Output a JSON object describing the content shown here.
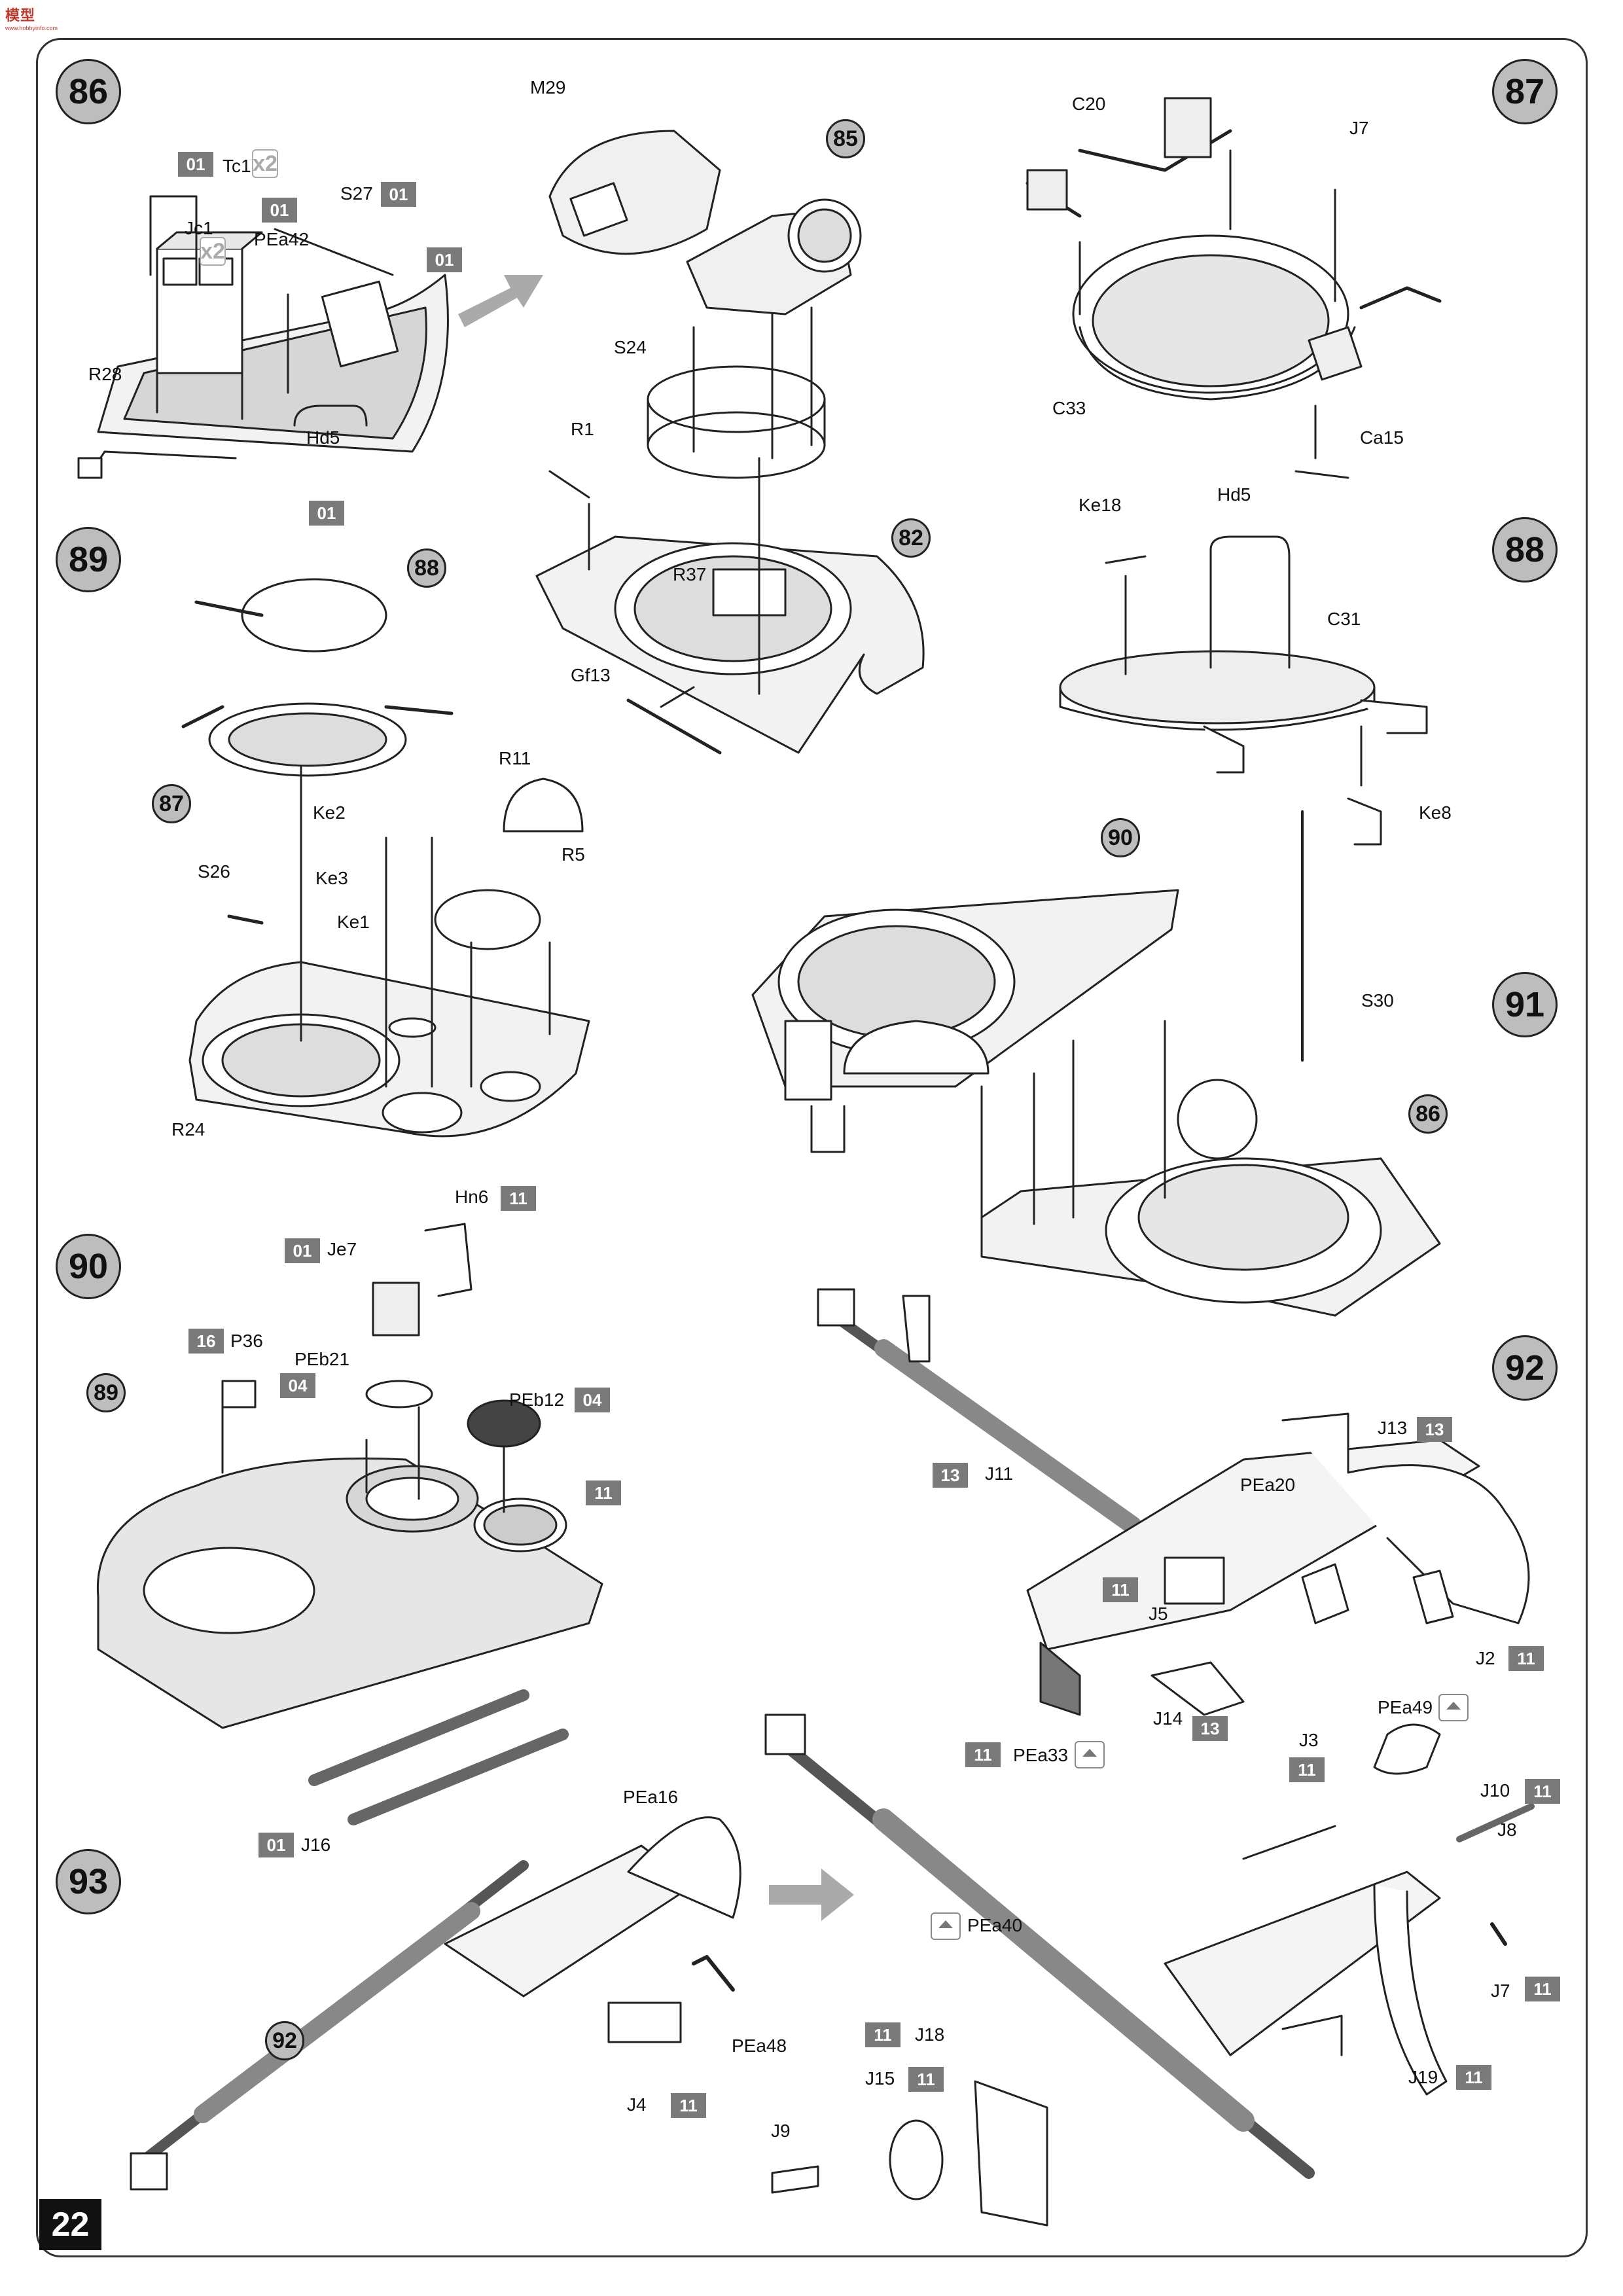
{
  "watermark": {
    "line1": "模型",
    "line2": "www.hobbyinfo.com"
  },
  "page_number": "22",
  "steps": [
    {
      "id": "86",
      "number": "86"
    },
    {
      "id": "87",
      "number": "87"
    },
    {
      "id": "88",
      "number": "88"
    },
    {
      "id": "89",
      "number": "89"
    },
    {
      "id": "90",
      "number": "90"
    },
    {
      "id": "91",
      "number": "91"
    },
    {
      "id": "92",
      "number": "92"
    },
    {
      "id": "93",
      "number": "93"
    }
  ],
  "step_refs": [
    {
      "number": "85"
    },
    {
      "number": "82"
    },
    {
      "number": "88"
    },
    {
      "number": "87"
    },
    {
      "number": "90"
    },
    {
      "number": "86"
    },
    {
      "number": "89"
    },
    {
      "number": "92"
    }
  ],
  "part_labels": [
    "Tc1",
    "Jc1",
    "PEa42",
    "S27",
    "R28",
    "Hd5",
    "M29",
    "S24",
    "R1",
    "R37",
    "Gf13",
    "C20",
    "J7",
    "C33",
    "Ca15",
    "Ke18",
    "Hd5",
    "C31",
    "Ke8",
    "R11",
    "Ke2",
    "Ke3",
    "S26",
    "R5",
    "Ke1",
    "R24",
    "S30",
    "Hn6",
    "Je7",
    "P36",
    "PEb21",
    "PEb12",
    "J13",
    "J11",
    "PEa20",
    "J5",
    "J2",
    "J14",
    "PEa49",
    "PEa33",
    "J3",
    "J16",
    "PEa16",
    "PEa48",
    "J4",
    "J10",
    "J8",
    "J7",
    "PEa40",
    "J18",
    "J15",
    "J9",
    "J19"
  ],
  "color_codes": [
    "01",
    "01",
    "01",
    "01",
    "01",
    "11",
    "01",
    "16",
    "04",
    "04",
    "11",
    "13",
    "13",
    "11",
    "11",
    "13",
    "11",
    "11",
    "01",
    "11",
    "11",
    "11",
    "11",
    "11",
    "11"
  ],
  "quantity_marks": [
    "x2",
    "x2"
  ],
  "colors": {
    "frame": "#333333",
    "step_fill": "#bdbdbd",
    "code_fill": "#7a7a7a",
    "arrow": "#aaaaaa"
  }
}
